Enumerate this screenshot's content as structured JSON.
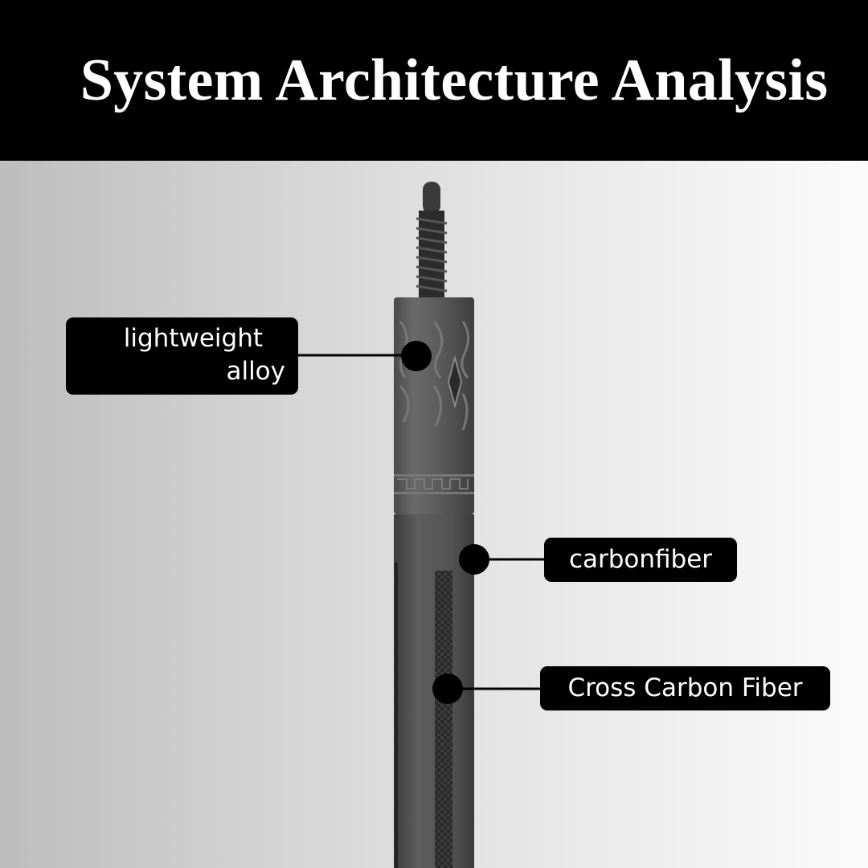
{
  "title": "System Architecture Analysis",
  "callouts": {
    "alloy": {
      "line1": "lightweight",
      "line2": "alloy"
    },
    "carbonfiber": "carbonfiber",
    "cross_carbon": "Cross Carbon Fiber"
  },
  "colors": {
    "header_bg": "#000000",
    "label_bg": "#000000",
    "label_text": "#ffffff",
    "metal": "#5a5a5a"
  }
}
